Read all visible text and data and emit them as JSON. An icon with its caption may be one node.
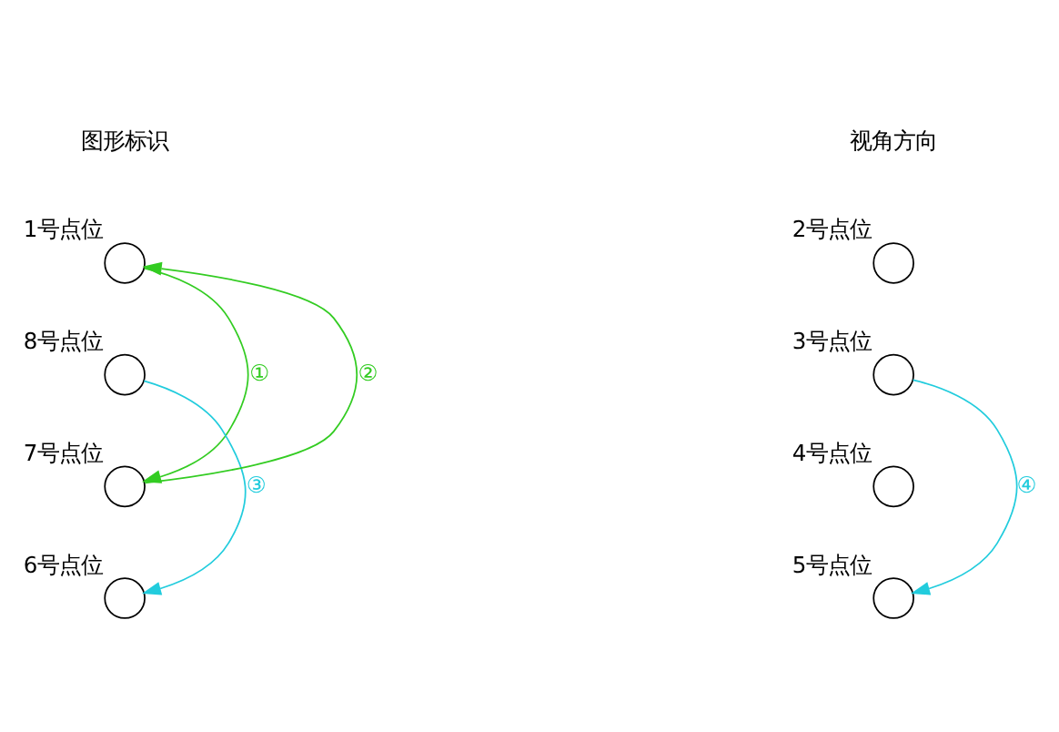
{
  "diagram": {
    "nodes": [
      {
        "text": [],
        "shape": "circle",
        "beside": [
          "1号点位"
        ]
      },
      {
        "text": [],
        "shape": "circle",
        "beside": [
          "2号点位"
        ]
      },
      {
        "text": [],
        "shape": "circle",
        "beside": [
          "8号点位"
        ]
      },
      {
        "text": [],
        "shape": "circle",
        "beside": [
          "3号点位"
        ]
      },
      {
        "text": [],
        "shape": "circle",
        "beside": [
          "7号点位"
        ]
      },
      {
        "text": [],
        "shape": "circle",
        "beside": [
          "4号点位"
        ]
      },
      {
        "text": [],
        "shape": "circle",
        "beside": [
          "6号点位"
        ]
      },
      {
        "text": [],
        "shape": "circle",
        "beside": [
          "5号点位"
        ]
      }
    ],
    "edges": [
      {
        "from": 0,
        "to": 4,
        "arrow": "to",
        "label": "①",
        "color": "#33cc22"
      },
      {
        "from": 4,
        "to": 0,
        "arrow": "to",
        "label": "②",
        "color": "#33cc22"
      },
      {
        "from": 2,
        "to": 6,
        "arrow": "to",
        "label": "③",
        "color": "#22ccdd"
      },
      {
        "from": 3,
        "to": 7,
        "arrow": "to",
        "label": "④",
        "color": "#22ccdd"
      }
    ],
    "labels": [
      "图形标识",
      "视角方向"
    ]
  }
}
